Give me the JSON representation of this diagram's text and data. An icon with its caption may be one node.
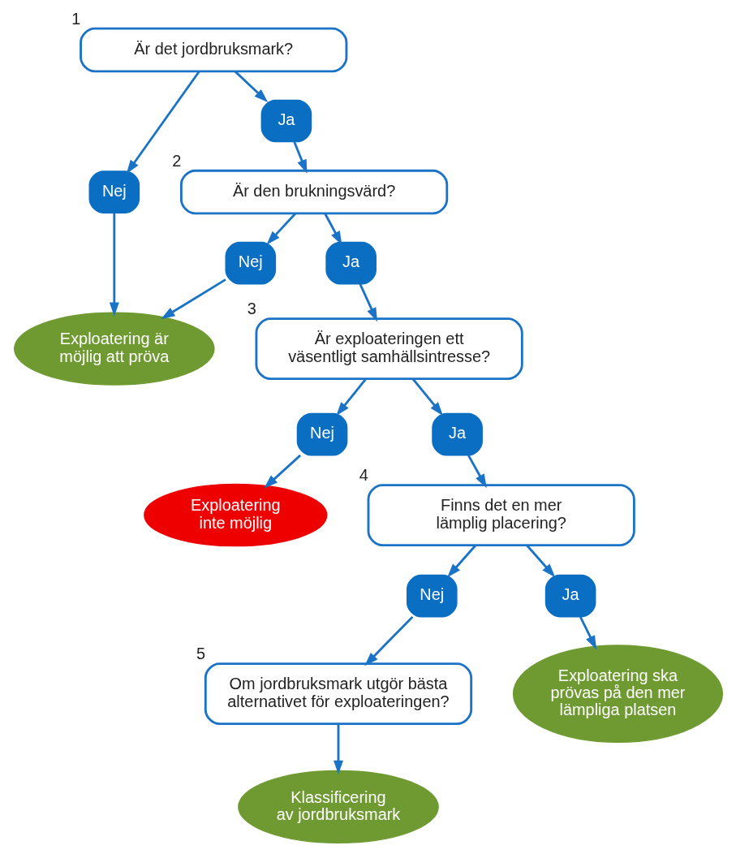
{
  "diagram": {
    "nodes": [
      {
        "text": [
          "Är det jordbruksmark?"
        ],
        "beside": [
          "1"
        ]
      },
      {
        "text": [
          "Nej"
        ]
      },
      {
        "text": [
          "Ja"
        ]
      },
      {
        "text": [
          "Exploatering är möjlig att pröva"
        ]
      },
      {
        "text": [
          "Är den brukningsvärd?"
        ],
        "beside": [
          "2"
        ]
      },
      {
        "text": [
          "Nej"
        ]
      },
      {
        "text": [
          "Ja"
        ]
      },
      {
        "text": [
          "Är exploateringen ett väsentligt samhällsintresse?"
        ],
        "beside": [
          "3"
        ]
      },
      {
        "text": [
          "Nej"
        ]
      },
      {
        "text": [
          "Ja"
        ]
      },
      {
        "text": [
          "Exploatering inte möjlig"
        ]
      },
      {
        "text": [
          "Finns det en mer lämplig placering?"
        ],
        "beside": [
          "4"
        ]
      },
      {
        "text": [
          "Nej"
        ]
      },
      {
        "text": [
          "Ja"
        ]
      },
      {
        "text": [
          "Om jordbruksmark utgör bästa alternativet för exploateringen?"
        ],
        "beside": [
          "5"
        ]
      },
      {
        "text": [
          "Exploatering ska prövas på den mer lämpliga platsen"
        ]
      },
      {
        "text": [
          "Klassificering av jordbruksmark"
        ]
      }
    ],
    "edges": [
      {
        "from": 0,
        "to": 1,
        "arrow": "to"
      },
      {
        "from": 1,
        "to": 3,
        "arrow": "to"
      },
      {
        "from": 0,
        "to": 2,
        "arrow": "to"
      },
      {
        "from": 2,
        "to": 4,
        "arrow": "to"
      },
      {
        "from": 4,
        "to": 5,
        "arrow": "to"
      },
      {
        "from": 5,
        "to": 3,
        "arrow": "to"
      },
      {
        "from": 4,
        "to": 6,
        "arrow": "to"
      },
      {
        "from": 6,
        "to": 7,
        "arrow": "to"
      },
      {
        "from": 7,
        "to": 8,
        "arrow": "to"
      },
      {
        "from": 8,
        "to": 10,
        "arrow": "to"
      },
      {
        "from": 7,
        "to": 9,
        "arrow": "to"
      },
      {
        "from": 9,
        "to": 11,
        "arrow": "to"
      },
      {
        "from": 11,
        "to": 12,
        "arrow": "to"
      },
      {
        "from": 12,
        "to": 14,
        "arrow": "to"
      },
      {
        "from": 11,
        "to": 13,
        "arrow": "to"
      },
      {
        "from": 13,
        "to": 15,
        "arrow": "to"
      },
      {
        "from": 14,
        "to": 16,
        "arrow": "to"
      }
    ]
  }
}
